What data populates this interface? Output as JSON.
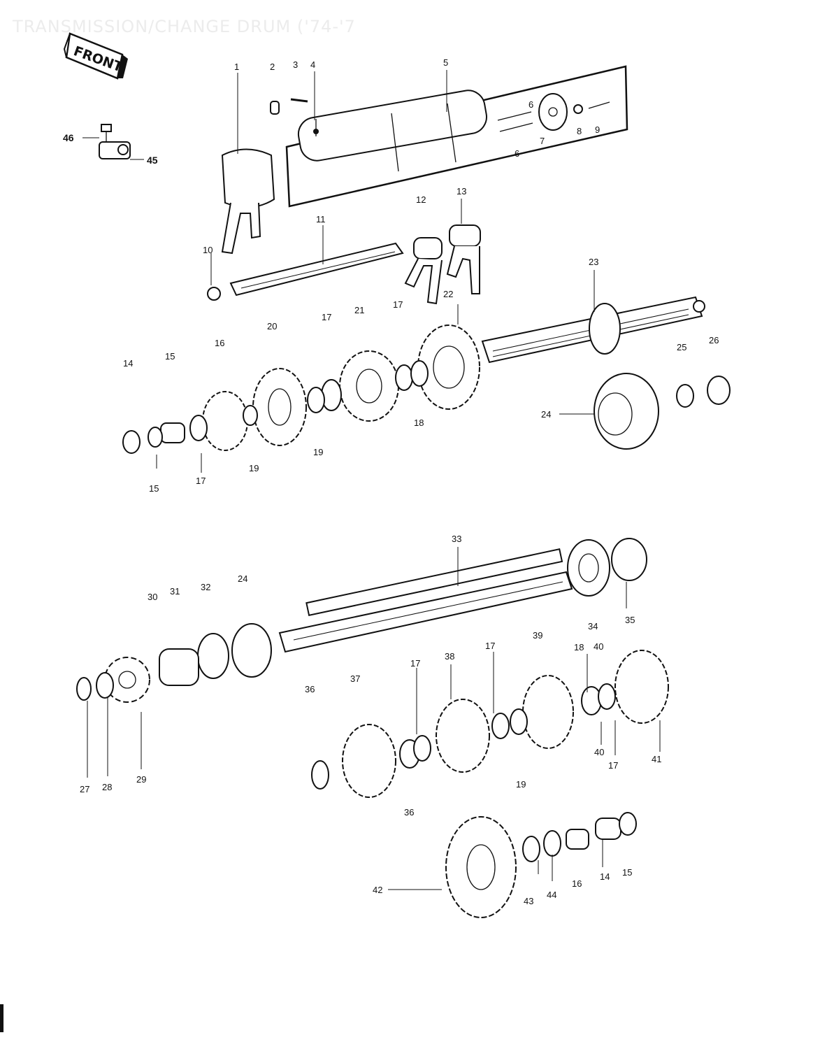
{
  "title": "TRANSMISSION/CHANGE DRUM ('74-'7",
  "front_label": "FRONT",
  "callouts": {
    "n1": "1",
    "n2": "2",
    "n3": "3",
    "n4": "4",
    "n5": "5",
    "n6a": "6",
    "n6b": "6",
    "n7": "7",
    "n8": "8",
    "n9": "9",
    "n10": "10",
    "n11": "11",
    "n12": "12",
    "n13": "13",
    "n14a": "14",
    "n15a": "15",
    "n15b": "15",
    "n16a": "16",
    "n17a": "17",
    "n17b": "17",
    "n17c": "17",
    "n18a": "18",
    "n19a": "19",
    "n19b": "19",
    "n20": "20",
    "n21": "21",
    "n22": "22",
    "n23": "23",
    "n24a": "24",
    "n25": "25",
    "n26": "26",
    "n45": "45",
    "n46": "46",
    "n33": "33",
    "n30": "30",
    "n31": "31",
    "n32": "32",
    "n24b": "24",
    "n34": "34",
    "n35": "35",
    "n36": "36",
    "n37": "37",
    "n17d": "17",
    "n38": "38",
    "n17e": "17",
    "n39": "39",
    "n18b": "18",
    "n40a": "40",
    "n27": "27",
    "n28": "28",
    "n29": "29",
    "n36b": "36",
    "n19c": "19",
    "n40b": "40",
    "n17f": "17",
    "n41": "41",
    "n42": "42",
    "n43": "43",
    "n44": "44",
    "n16b": "16",
    "n14b": "14",
    "n15c": "15"
  }
}
